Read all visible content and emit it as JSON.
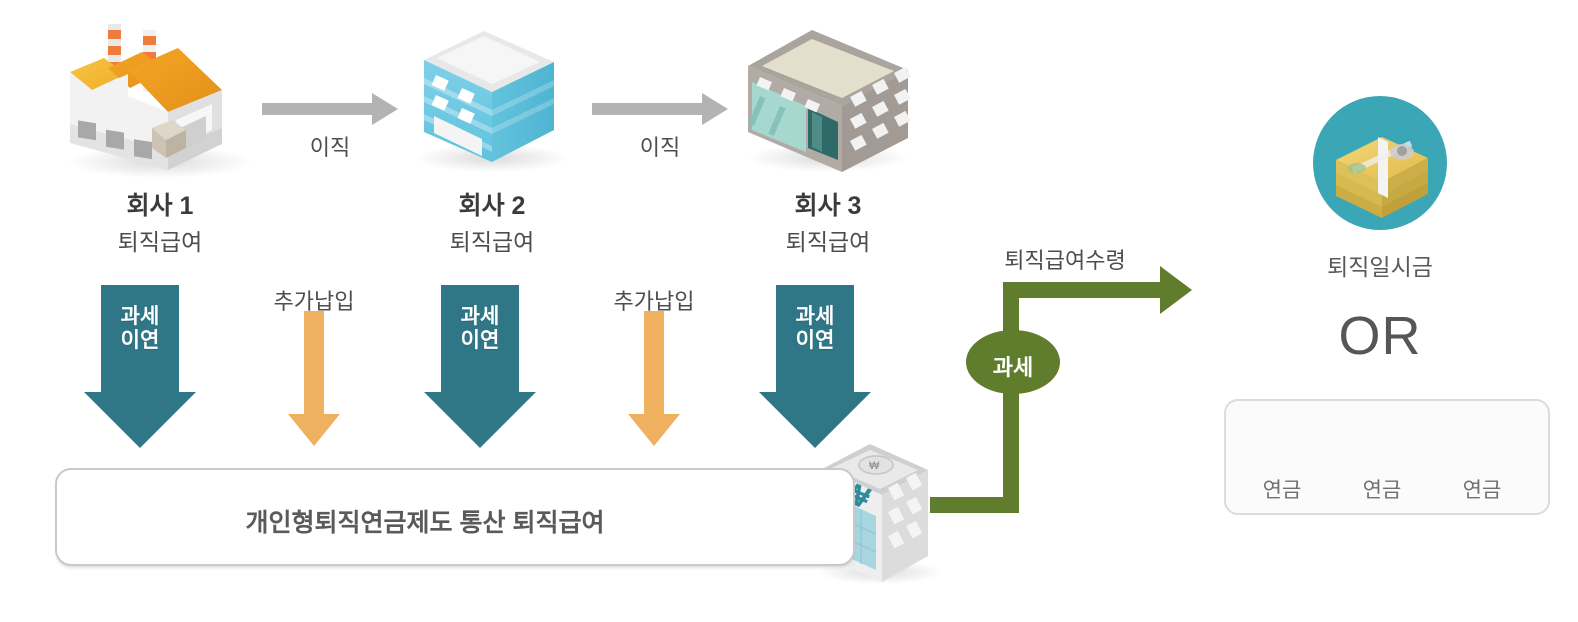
{
  "diagram": {
    "title_flow": "retirement-pension-transfer-flow",
    "colors": {
      "teal_arrow": "#2f7787",
      "orange_arrow": "#efb060",
      "gray_arrow": "#b0b0b0",
      "green_path": "#5f7d2c",
      "money_circle": "#3ba6b6",
      "box_border": "#c9c9c9"
    }
  },
  "companies": [
    {
      "name": "회사 1",
      "sub": "퇴직급여",
      "icon": "factory-icon"
    },
    {
      "name": "회사 2",
      "sub": "퇴직급여",
      "icon": "office-building-icon"
    },
    {
      "name": "회사 3",
      "sub": "퇴직급여",
      "icon": "commercial-building-icon"
    }
  ],
  "transfer_labels": [
    {
      "label": "이직"
    },
    {
      "label": "이직"
    }
  ],
  "tax_deferral_arrows": [
    {
      "line1": "과세",
      "line2": "이연"
    },
    {
      "line1": "과세",
      "line2": "이연"
    },
    {
      "line1": "과세",
      "line2": "이연"
    }
  ],
  "additional_contributions": [
    {
      "label": "추가납입"
    },
    {
      "label": "추가납입"
    }
  ],
  "pool": {
    "label": "개인형퇴직연금제도 통산 퇴직급여",
    "bank_icon": "bank-building-won-icon"
  },
  "payout": {
    "path_label": "퇴직급여수령",
    "tax_badge": "과세"
  },
  "lump_sum": {
    "label": "퇴직일시금",
    "icon": "cash-stack-icon"
  },
  "or_divider": {
    "label": "OR"
  },
  "pension": {
    "items": [
      {
        "label": "연금",
        "icon": "banknote-icon"
      },
      {
        "label": "연금",
        "icon": "banknote-icon"
      },
      {
        "label": "연금",
        "icon": "banknote-icon"
      }
    ]
  }
}
